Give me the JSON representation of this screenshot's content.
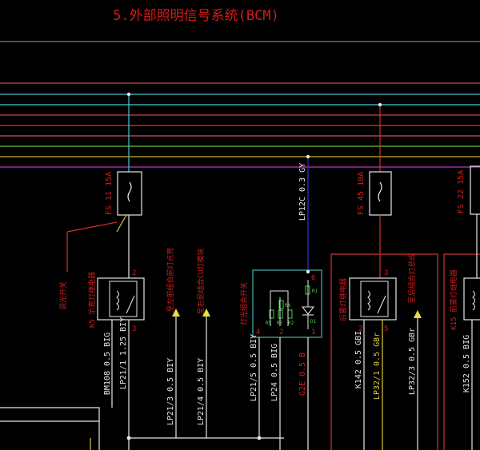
{
  "title": "5.外部照明信号系统(BCM)",
  "colors": {
    "background": "#000000",
    "title": "#d21c1c",
    "bus": [
      "#7d7d7d",
      "#b05050",
      "#46c8d2",
      "#46c8d2",
      "#d23c3c",
      "#d23c3c",
      "#d24678",
      "#6ec83c",
      "#c8b428",
      "#c832c8",
      "#3232dc"
    ],
    "fuse_label": "#d21c1c",
    "component_white": "#e6e6e6",
    "wire_white": "#e6e6e6",
    "wire_cyan": "#46c8d2",
    "wire_red": "#d23232",
    "wire_yellow": "#dcc83c",
    "switch_box": "#46b4b4",
    "resistor": "#46d246",
    "arrow": "#f0dc3c"
  },
  "fuses": [
    {
      "id": "f11",
      "label": "FS 11 15A"
    },
    {
      "id": "f45",
      "label": "FS 45 10A"
    },
    {
      "id": "f22",
      "label": "FS 22 15A"
    }
  ],
  "labels": {
    "lp12c": "LP12C 0.3 GY",
    "k5_relay": "K5 示宽灯继电器",
    "k14_relay": "后雾灯继电器",
    "k15_relay": "K15 前雾灯继电器",
    "switch_name": "灯光组合开关",
    "annot_left": "调光开关",
    "to_left_front": "至左前组合前灯点亮",
    "to_right_front": "至右前组合CU灯模块",
    "to_rear_fog": "至后组合灯总成",
    "pin_num_k5_2": "2",
    "pin_num_k5_3": "3",
    "pin_num_sw_6": "6",
    "pin_num_sw_4": "4",
    "pin_num_sw_2": "2",
    "pin_num_sw_1": "1",
    "pin_num_k14_3": "3",
    "pin_num_k14_2": "2",
    "pin_num_k14_5": "5",
    "r4": "R4",
    "r5": "R5",
    "r3": "R3",
    "r2": "R2",
    "r1": "R1",
    "d1": "D1"
  },
  "wires": [
    {
      "id": "w_bm108",
      "label": "BM108 0.5 BIG"
    },
    {
      "id": "w_lp21_1",
      "label": "LP21/1 1.25 BIY"
    },
    {
      "id": "w_lp21_3",
      "label": "LP21/3 0.5 BIY"
    },
    {
      "id": "w_lp21_4",
      "label": "LP21/4 0.5 BIY"
    },
    {
      "id": "w_lp21_5",
      "label": "LP21/5 0.5 BIY"
    },
    {
      "id": "w_lp24",
      "label": "LP24 0.5 BIG"
    },
    {
      "id": "w_g2e",
      "label": "G2E 0.5 B"
    },
    {
      "id": "w_k142",
      "label": "K142 0.5 GBI"
    },
    {
      "id": "w_lp32_1",
      "label": "LP32/1 0.5 GBr"
    },
    {
      "id": "w_lp32_3",
      "label": "LP32/3 0.5 GBr"
    },
    {
      "id": "w_k152",
      "label": "K152 0.5 BIG"
    }
  ]
}
